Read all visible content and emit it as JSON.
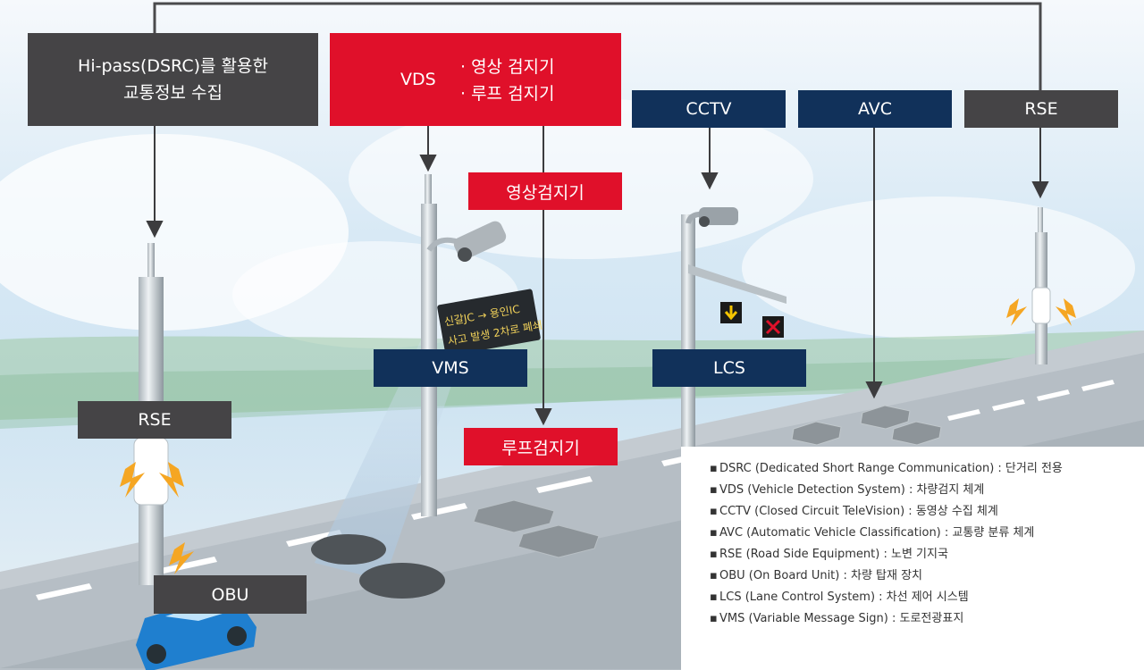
{
  "boxes": {
    "hipass": {
      "line1": "Hi-pass(DSRC)를 활용한",
      "line2": "교통정보 수집"
    },
    "vds": {
      "label": "VDS",
      "items": [
        "· 영상 검지기",
        "· 루프 검지기"
      ]
    },
    "cctv": "CCTV",
    "avc": "AVC",
    "rse_top": "RSE",
    "video_detector": "영상검지기",
    "rse_left": "RSE",
    "vms": "VMS",
    "lcs": "LCS",
    "loop_detector": "루프검지기",
    "obu": "OBU"
  },
  "vms_sign": {
    "line1": "신갈JC → 용인IC",
    "line2": "사고 발생 2차로 폐쇄"
  },
  "legend": [
    "DSRC (Dedicated Short Range Communication) : 단거리 전용",
    "VDS (Vehicle Detection System) : 차량검지 체계",
    "CCTV (Closed Circuit TeleVision) : 동영상 수집 체계",
    "AVC (Automatic Vehicle Classification) : 교통량 분류 체계",
    "RSE (Road Side Equipment) : 노변 기지국",
    "OBU (On Board Unit) : 차량 탑재 장치",
    "LCS (Lane Control System) : 차선 제어 시스템",
    "VMS (Variable Message Sign) : 도로전광표지"
  ],
  "colors": {
    "gray": "#454446",
    "red": "#e0102a",
    "navy": "#11315a",
    "lcs_arrow": "#f5c400",
    "lcs_x": "#e0102a"
  }
}
